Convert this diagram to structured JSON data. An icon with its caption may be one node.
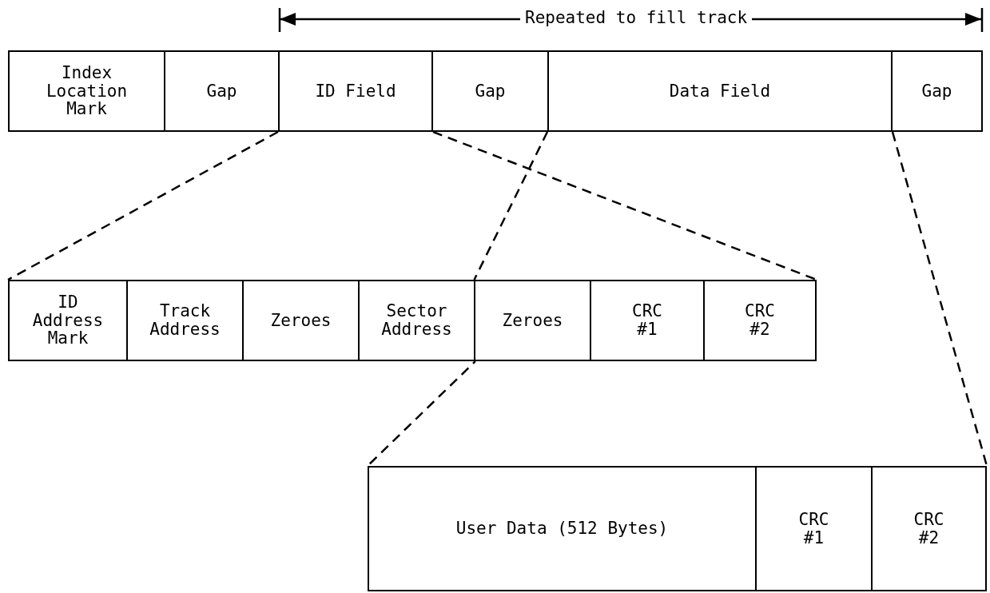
{
  "diagram": {
    "nodes": [
      {
        "text": [
          "Index Location Mark"
        ]
      },
      {
        "text": [
          "Gap"
        ]
      },
      {
        "text": [
          "ID Field"
        ]
      },
      {
        "text": [
          "Gap"
        ]
      },
      {
        "text": [
          "Data Field"
        ]
      },
      {
        "text": [
          "Gap"
        ]
      },
      {
        "text": [
          "ID Address Mark"
        ]
      },
      {
        "text": [
          "Track Address"
        ]
      },
      {
        "text": [
          "Zeroes"
        ]
      },
      {
        "text": [
          "Sector Address"
        ]
      },
      {
        "text": [
          "Zeroes"
        ]
      },
      {
        "text": [
          "CRC #1"
        ]
      },
      {
        "text": [
          "CRC #2"
        ]
      },
      {
        "text": [
          "User Data (512 Bytes)"
        ]
      },
      {
        "text": [
          "CRC #1"
        ]
      },
      {
        "text": [
          "CRC #2"
        ]
      }
    ],
    "edges": [
      {
        "from": 2,
        "to": 6,
        "arrow": "none",
        "style": "dashed"
      },
      {
        "from": 2,
        "to": 12,
        "arrow": "none",
        "style": "dashed"
      },
      {
        "from": 4,
        "to": 13,
        "arrow": "none",
        "style": "dashed"
      },
      {
        "from": 4,
        "to": 15,
        "arrow": "none",
        "style": "dashed"
      }
    ],
    "labels": [
      "Repeated to fill track"
    ]
  }
}
